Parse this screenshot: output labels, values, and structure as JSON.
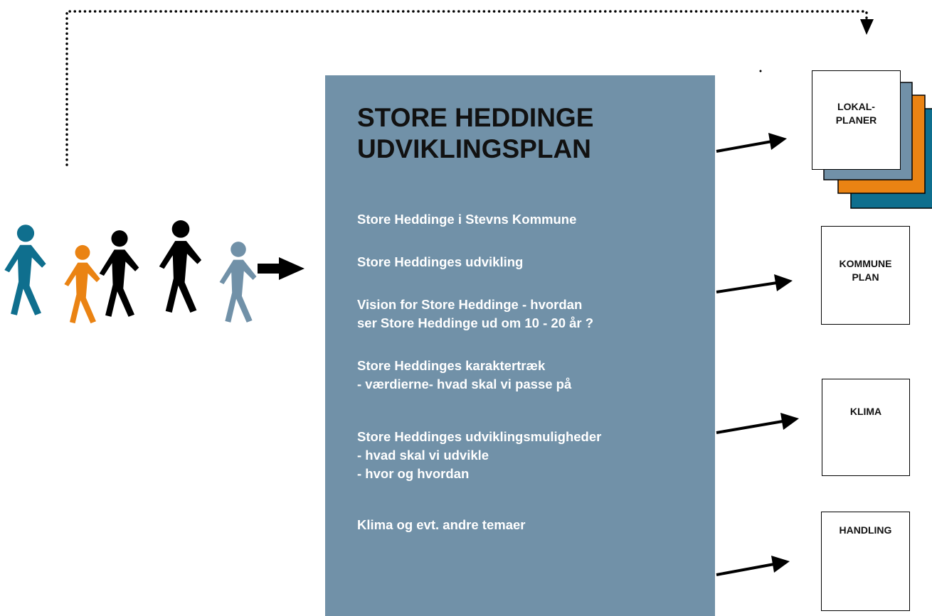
{
  "panel": {
    "title": "STORE HEDDINGE\nUDVIKLINGSPLAN",
    "items": [
      "Store Heddinge i Stevns Kommune",
      "Store Heddinges udvikling",
      "Vision for Store Heddinge - hvordan\nser Store Heddinge ud om 10 - 20 år ?",
      "Store Heddinges karaktertræk\n- værdierne- hvad skal vi passe på",
      "Store Heddinges udviklingsmuligheder\n- hvad skal vi udvikle\n- hvor og hvordan",
      "Klima og evt. andre temaer"
    ]
  },
  "documents": {
    "lokalplaner": "LOKAL-\nPLANER",
    "kommuneplan": "KOMMUNE\nPLAN",
    "klima": "KLIMA",
    "handling": "HANDLING"
  },
  "colors": {
    "panel": "#7191a8",
    "teal": "#0f6f8e",
    "orange": "#ea8313",
    "black": "#000000",
    "grey_blue": "#7191a8"
  },
  "icons": {
    "people": "people-walking-icon",
    "feedback": "dotted-feedback-arrow"
  }
}
